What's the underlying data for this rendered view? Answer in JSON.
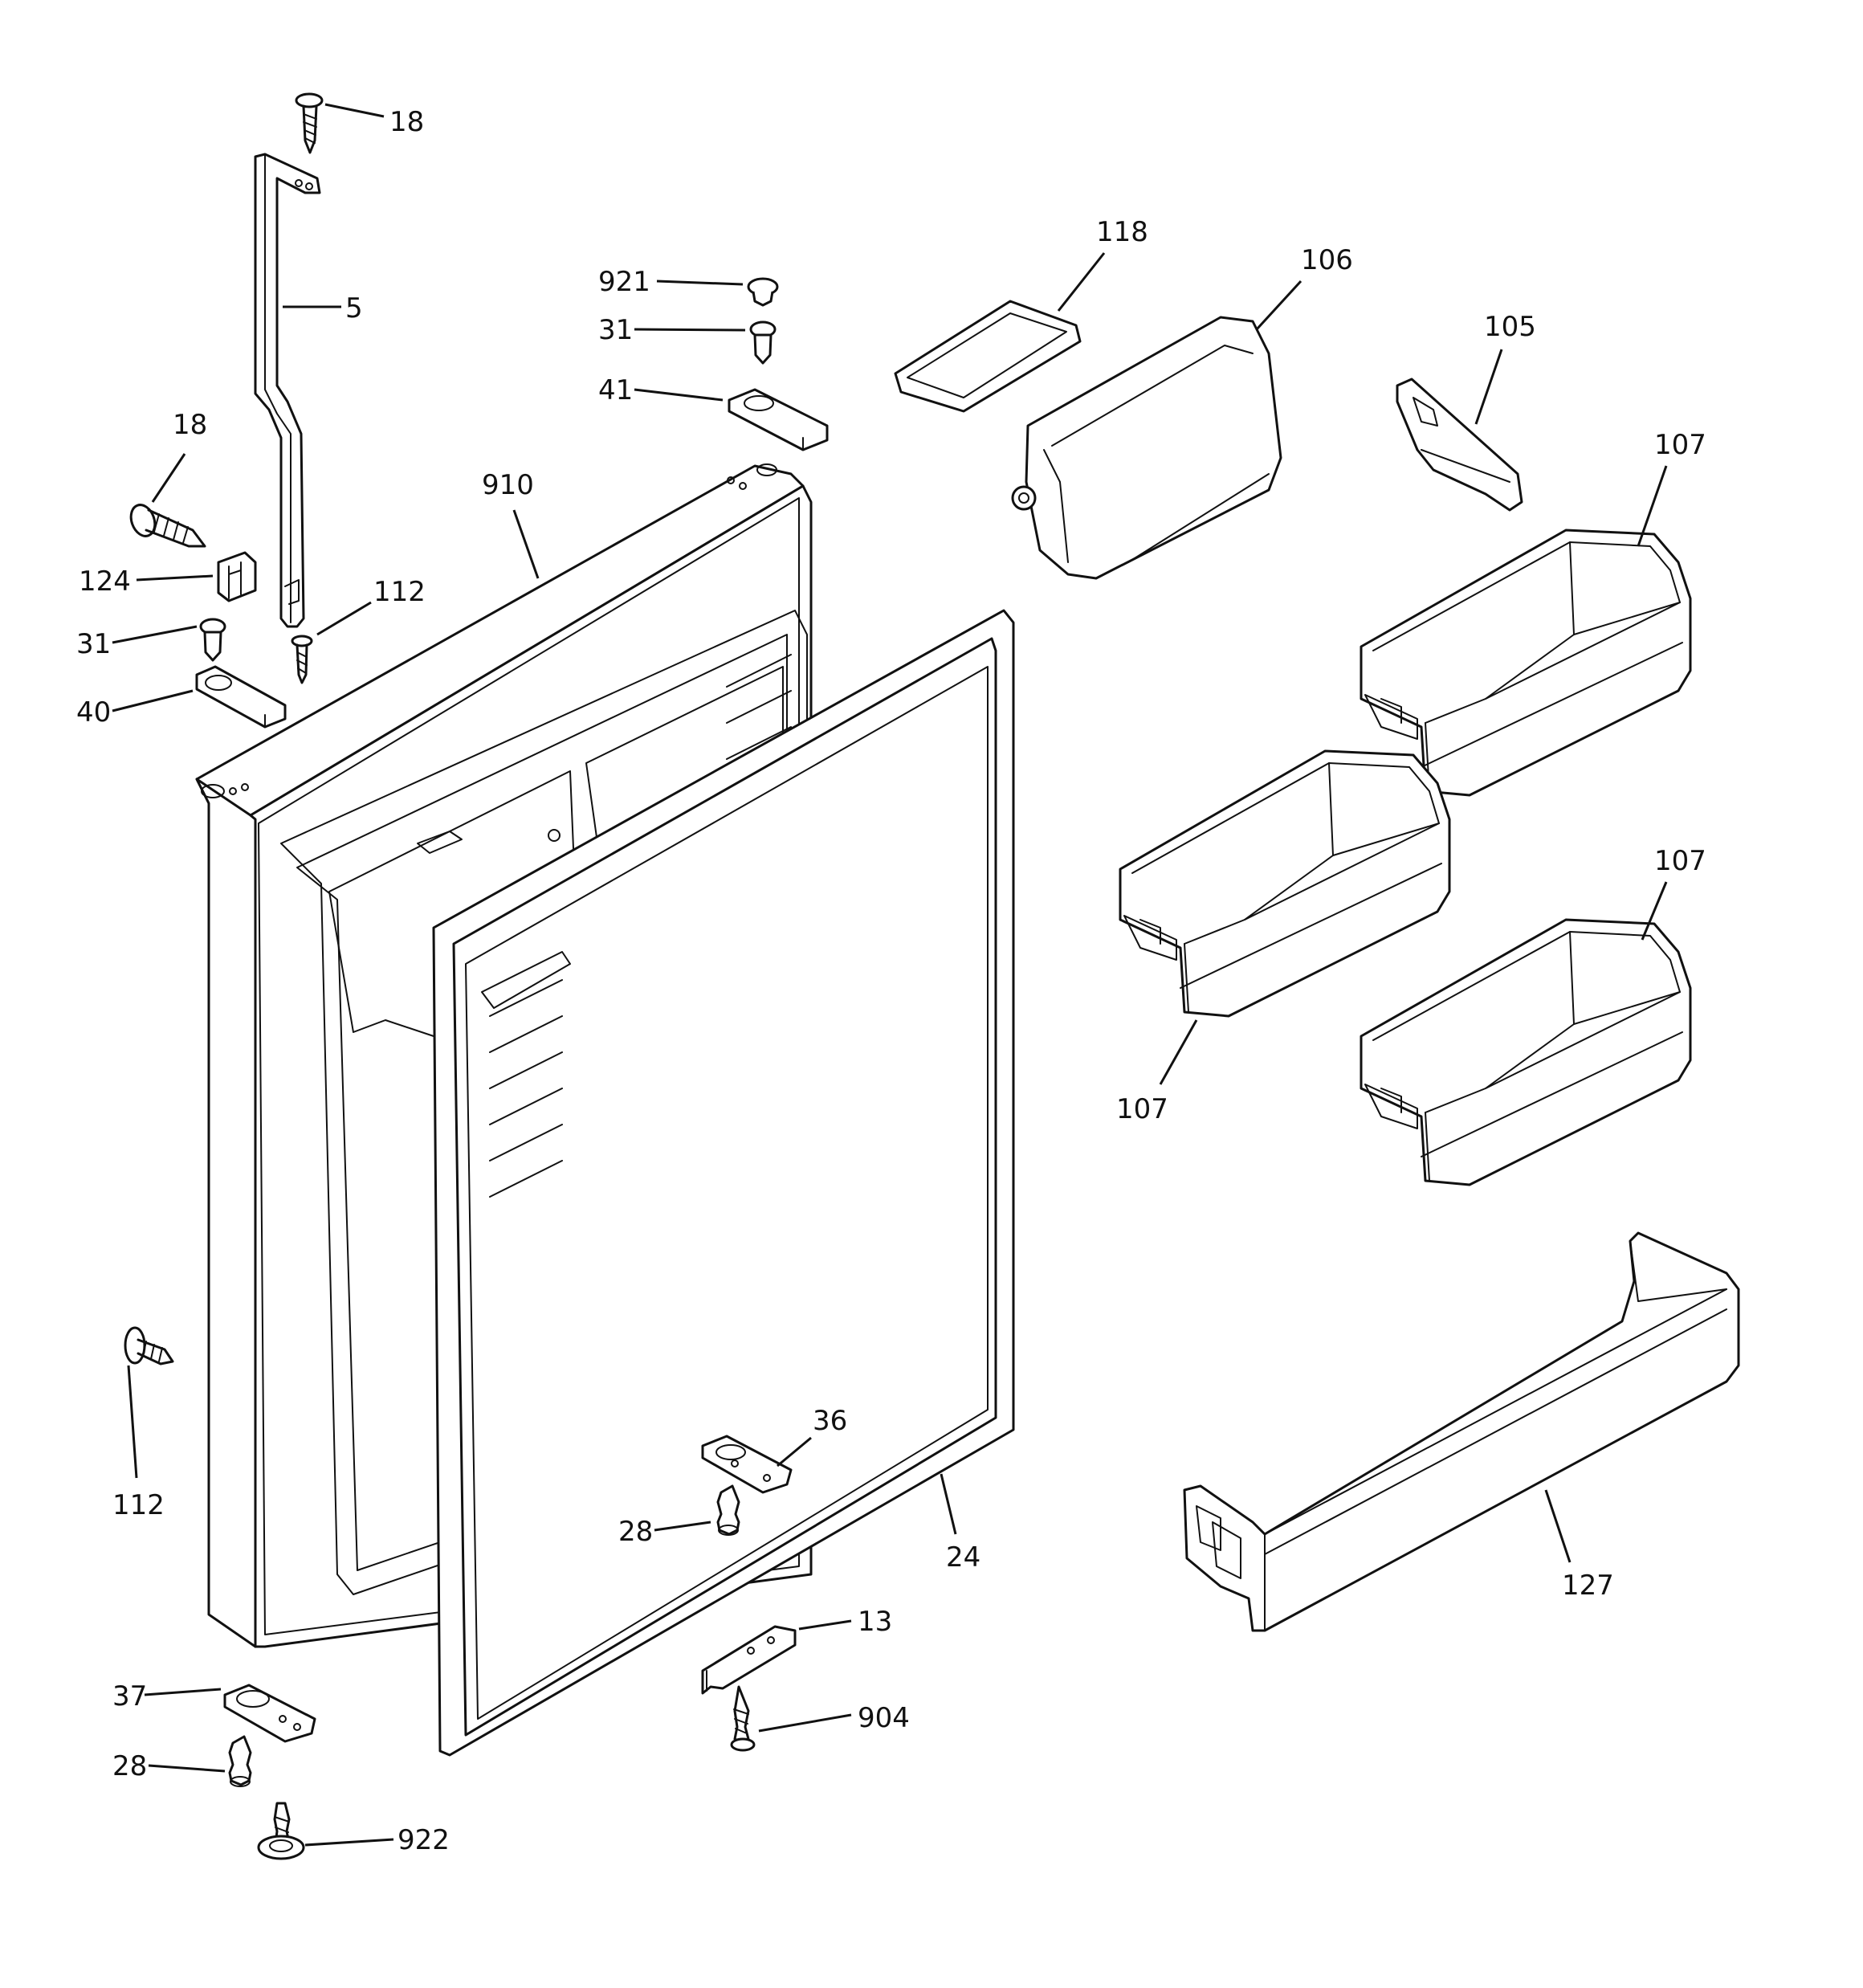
{
  "labels": {
    "p18a": "18",
    "p5": "5",
    "p18b": "18",
    "p124": "124",
    "p31a": "31",
    "p40": "40",
    "p112a": "112",
    "p910": "910",
    "p921": "921",
    "p31b": "31",
    "p41": "41",
    "p118": "118",
    "p106": "106",
    "p105": "105",
    "p107a": "107",
    "p107b": "107",
    "p107c": "107",
    "p112b": "112",
    "p36": "36",
    "p28a": "28",
    "p24": "24",
    "p13": "13",
    "p904": "904",
    "p127": "127",
    "p37": "37",
    "p28b": "28",
    "p922": "922"
  }
}
